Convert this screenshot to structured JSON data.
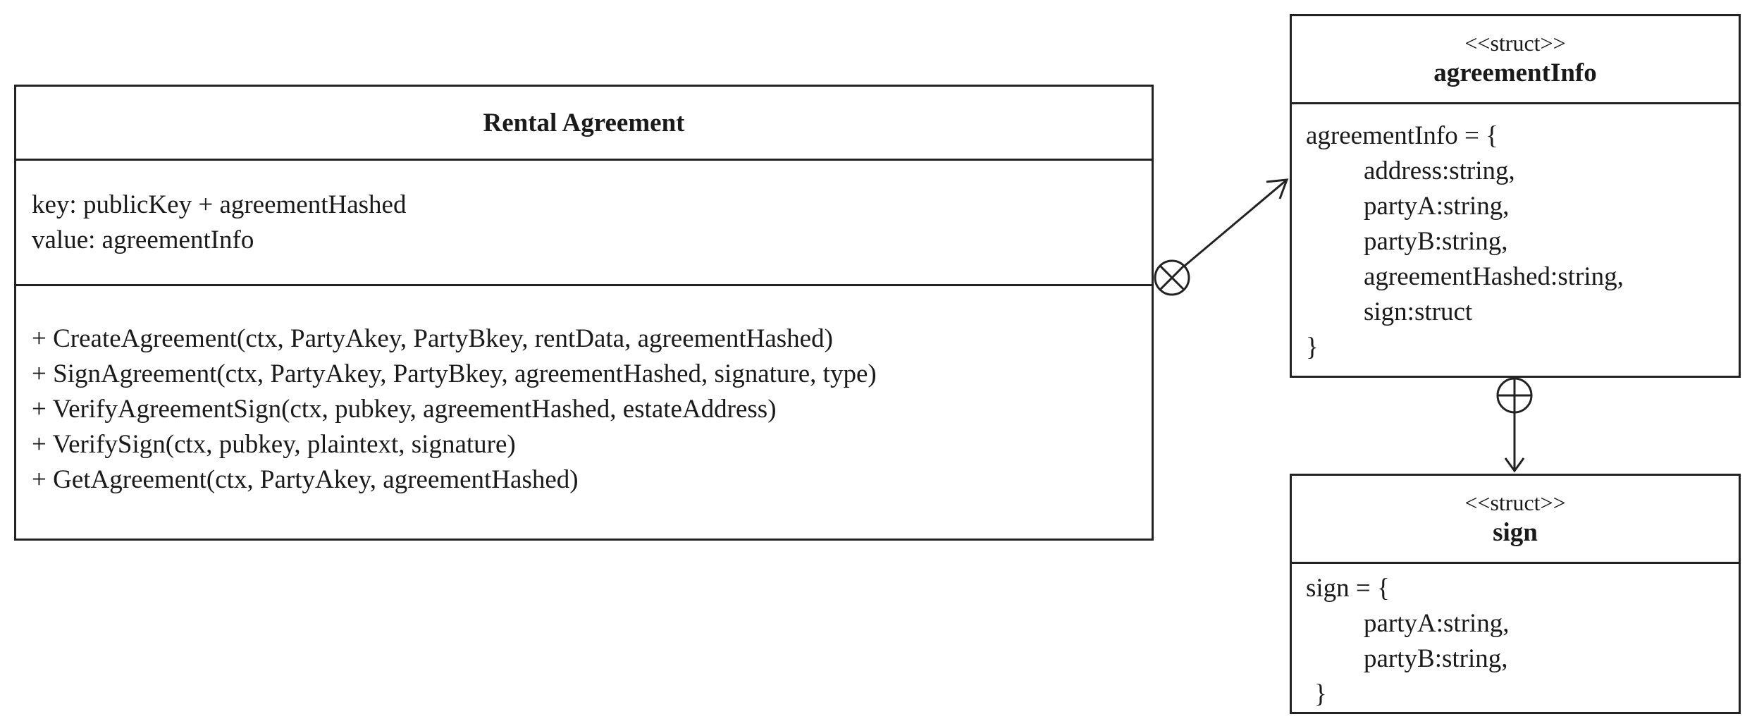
{
  "rental_class": {
    "name": "Rental Agreement",
    "attributes": [
      "key: publicKey + agreementHashed",
      "value: agreementInfo"
    ],
    "methods": [
      "+ CreateAgreement(ctx, PartyAkey, PartyBkey, rentData, agreementHashed)",
      "+ SignAgreement(ctx, PartyAkey, PartyBkey, agreementHashed, signature, type)",
      "+ VerifyAgreementSign(ctx, pubkey, agreementHashed, estateAddress)",
      "+ VerifySign(ctx, pubkey, plaintext, signature)",
      "+ GetAgreement(ctx, PartyAkey, agreementHashed)"
    ]
  },
  "agreement_info_struct": {
    "stereotype": "<<struct>>",
    "name": "agreementInfo",
    "open_line": "agreementInfo = {",
    "fields": [
      "address:string,",
      "partyA:string,",
      "partyB:string,",
      "agreementHashed:string,",
      "sign:struct"
    ],
    "close_line": "}"
  },
  "sign_struct": {
    "stereotype": "<<struct>>",
    "name": "sign",
    "open_line": "sign = {",
    "fields": [
      "partyA:string,",
      "partyB:string,"
    ],
    "close_line": "}"
  },
  "colors": {
    "line": "#222222",
    "background": "#ffffff",
    "text": "#1a1a1a"
  },
  "relations": [
    {
      "from": "Rental Agreement",
      "to": "agreementInfo",
      "symbol": "circled-x",
      "arrow": "open"
    },
    {
      "from": "agreementInfo",
      "to": "sign",
      "symbol": "circled-plus",
      "arrow": "open"
    }
  ]
}
